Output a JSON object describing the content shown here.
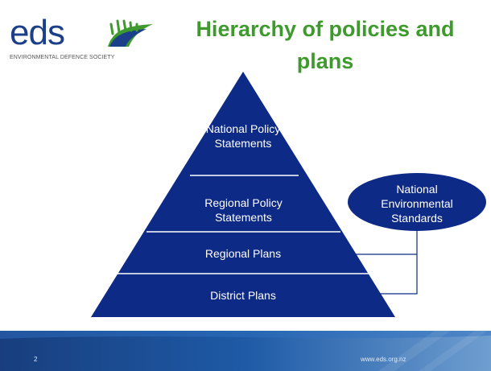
{
  "logo": {
    "word": "eds",
    "subtitle": "ENVIRONMENTAL DEFENCE SOCIETY"
  },
  "title": "Hierarchy of policies and plans",
  "pyramid": {
    "tiers": [
      {
        "label": "National Policy Statements"
      },
      {
        "label": "Regional Policy Statements"
      },
      {
        "label": "Regional Plans"
      },
      {
        "label": "District Plans"
      }
    ]
  },
  "side_node": {
    "label": "National Environmental Standards"
  },
  "footer": {
    "page_number": "2",
    "url": "www.eds.org.nz"
  },
  "colors": {
    "pyramid": "#0d2a86",
    "title": "#3f9a2e",
    "logo": "#1c3f8a",
    "footer": "#1e5aa6"
  }
}
